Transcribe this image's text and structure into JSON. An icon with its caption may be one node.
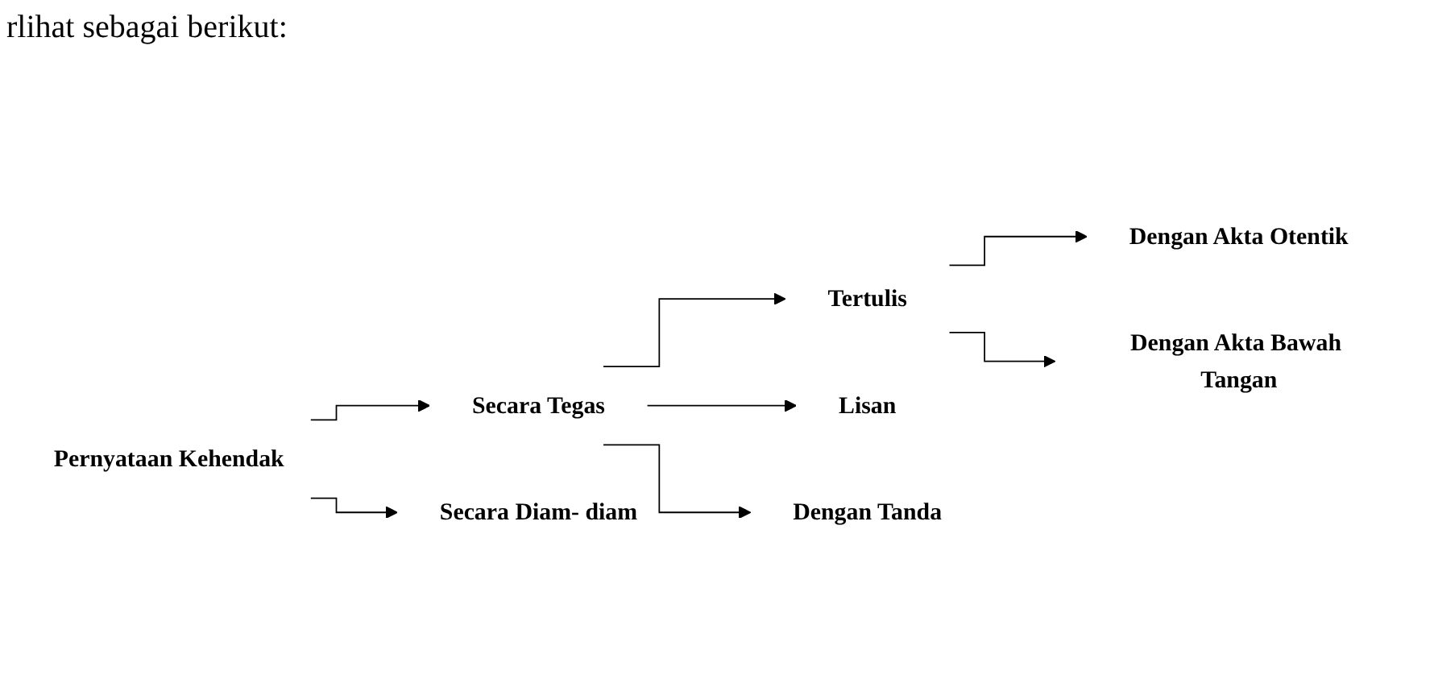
{
  "diagram": {
    "nodes": [
      {
        "text": [
          "Pernyataan Kehendak"
        ]
      },
      {
        "text": [
          "Secara Tegas"
        ]
      },
      {
        "text": [
          "Secara Diam- diam"
        ]
      },
      {
        "text": [
          "Tertulis"
        ]
      },
      {
        "text": [
          "Lisan"
        ]
      },
      {
        "text": [
          "Dengan Tanda"
        ]
      },
      {
        "text": [
          "Dengan Akta Otentik"
        ]
      },
      {
        "text": [
          "Dengan Akta Bawah Tangan"
        ]
      }
    ],
    "edges": [
      {
        "from": 0,
        "to": 1,
        "arrow": "to"
      },
      {
        "from": 0,
        "to": 2,
        "arrow": "to"
      },
      {
        "from": 1,
        "to": 3,
        "arrow": "to"
      },
      {
        "from": 1,
        "to": 4,
        "arrow": "to"
      },
      {
        "from": 1,
        "to": 5,
        "arrow": "to"
      },
      {
        "from": 3,
        "to": 6,
        "arrow": "to"
      },
      {
        "from": 3,
        "to": 7,
        "arrow": "to"
      }
    ],
    "labels": [
      "rlihat sebagai berikut:"
    ]
  }
}
